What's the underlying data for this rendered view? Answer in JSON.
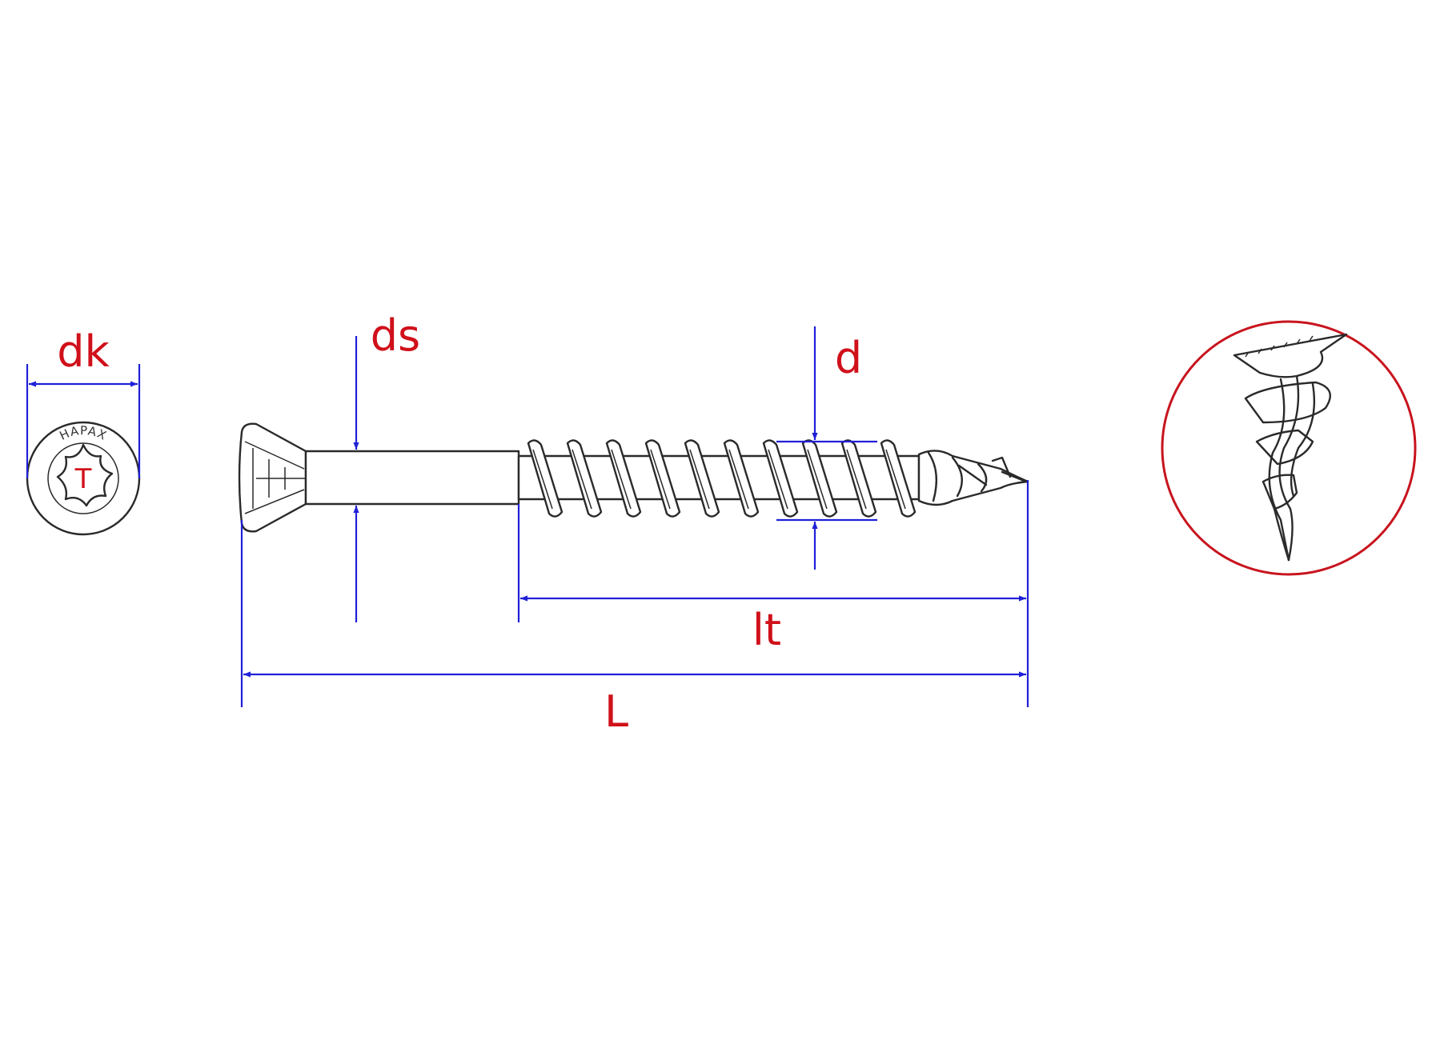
{
  "labels": {
    "dk": "dk",
    "ds": "ds",
    "d": "d",
    "lt": "lt",
    "L": "L"
  },
  "head_view": {
    "brand": "HAPAX",
    "drive_mark": "T"
  },
  "colors": {
    "label": "#d0101a",
    "dimension_line": "#2020d8",
    "outline": "#2a2a2a",
    "detail_circle": "#c8141e"
  }
}
